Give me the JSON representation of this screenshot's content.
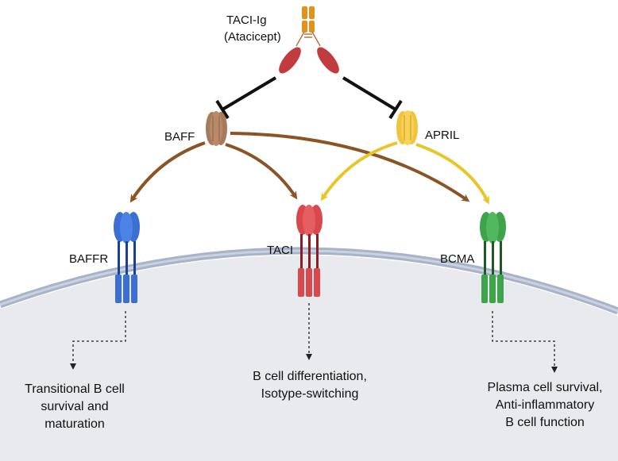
{
  "drug": {
    "line1": "TACI-Ig",
    "line2": "(Atacicept)"
  },
  "ligands": {
    "baff": "BAFF",
    "april": "APRIL"
  },
  "receptors": {
    "baffr": "BAFFR",
    "taci": "TACI",
    "bcma": "BCMA"
  },
  "outcomes": {
    "baffr": [
      "Transitional B cell",
      "survival and",
      "maturation"
    ],
    "taci": [
      "B cell differentiation,",
      "Isotype-switching"
    ],
    "bcma": [
      "Plasma cell survival,",
      "Anti-inflammatory",
      "B cell function"
    ]
  },
  "colors": {
    "baff": "#a87a5c",
    "april": "#f2c43b",
    "baffr": "#3b6fd4",
    "taci": "#d9484c",
    "bcma": "#3ea34a",
    "baff_arrow": "#8a5424",
    "april_arrow": "#e8c62a",
    "membrane": "#9aa8bf",
    "cell": "#e9eaee",
    "drug_stem": "#e2921a",
    "drug_arm": "#c23b3f"
  }
}
